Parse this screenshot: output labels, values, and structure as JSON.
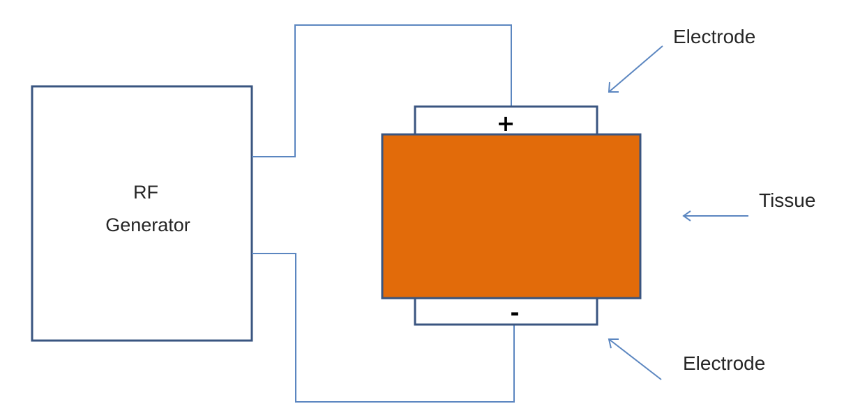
{
  "diagram": {
    "generator": {
      "line1": "RF",
      "line2": "Generator"
    },
    "electrode_top": {
      "sign": "+",
      "label": "Electrode"
    },
    "electrode_bottom": {
      "sign": "-",
      "label": "Electrode"
    },
    "tissue": {
      "label": "Tissue"
    }
  },
  "colors": {
    "box_border": "#3a5580",
    "wire": "#5b86c0",
    "arrow": "#5b86c0",
    "tissue_fill": "#e26b0a",
    "text": "#262626"
  }
}
